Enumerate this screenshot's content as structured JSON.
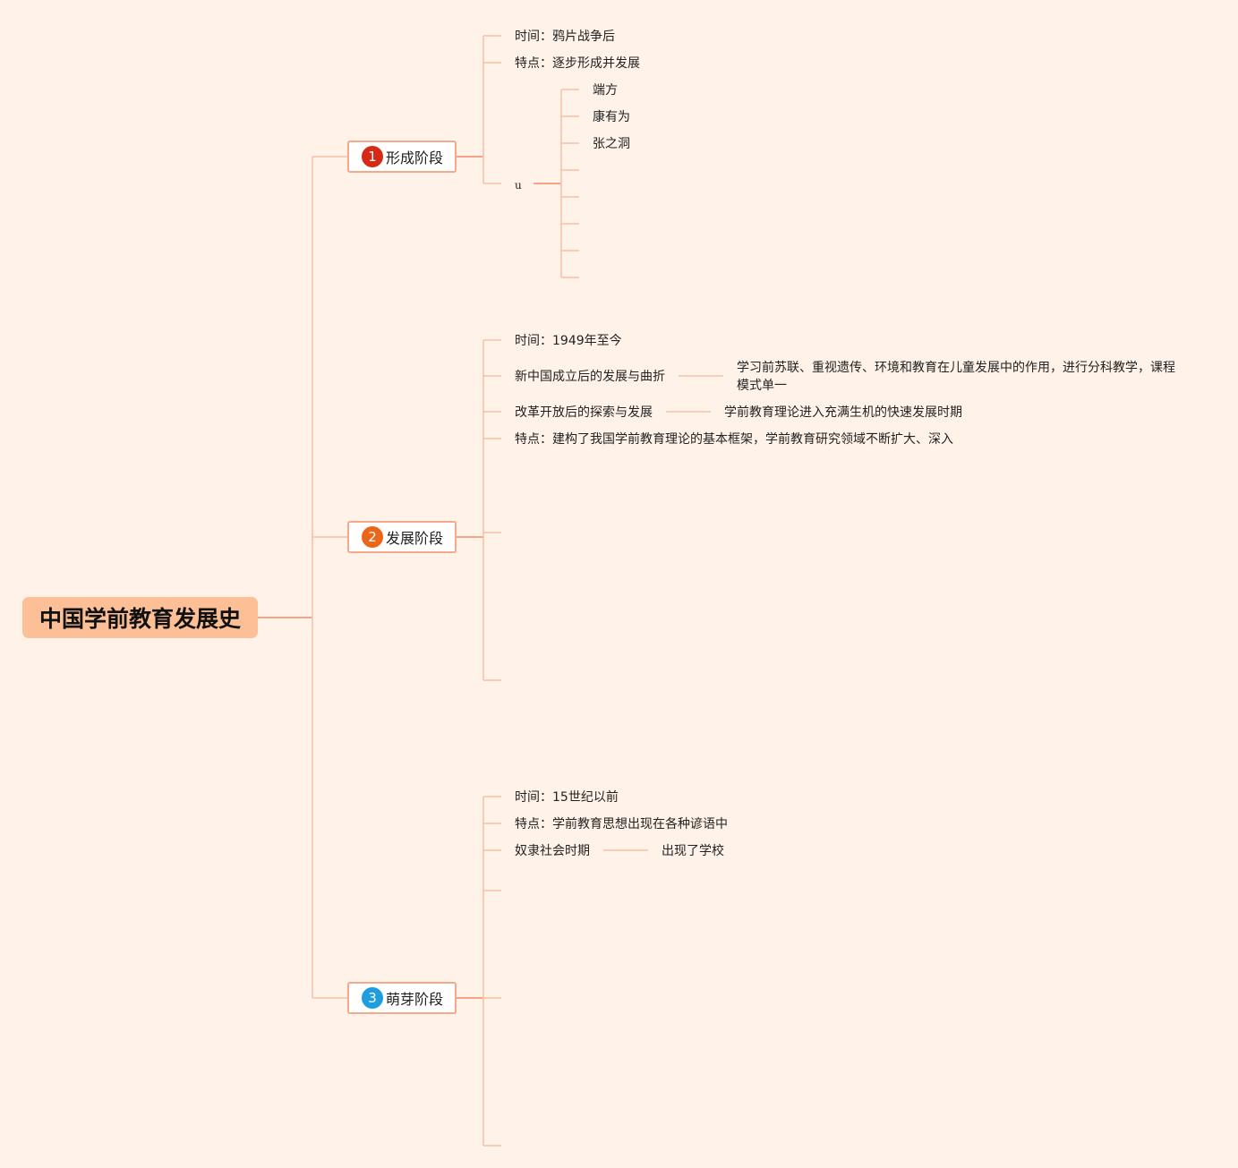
{
  "root": "中国学前教育发展史",
  "stages": [
    {
      "badge": "1",
      "label": "形成阶段",
      "color": "#d52a16"
    },
    {
      "badge": "2",
      "label": "发展阶段",
      "color": "#eb6618"
    },
    {
      "badge": "3",
      "label": "萌芽阶段",
      "color": "#1e9ee0"
    }
  ],
  "formation": {
    "time": "时间：鸦片战争后",
    "feature": "特点：逐步形成并发展",
    "u_label": "u",
    "people": [
      "端方",
      "康有为",
      "张之洞"
    ]
  },
  "development": {
    "time": "时间：1949年至今",
    "newchina": "新中国成立后的发展与曲折",
    "newchina_detail": "学习前苏联、重视遗传、环境和教育在儿童发展中的作用，进行分科教学，课程模式单一",
    "reform": "改革开放后的探索与发展",
    "reform_detail": "学前教育理论进入充满生机的快速发展时期",
    "feature": "特点：建构了我国学前教育理论的基本框架，学前教育研究领域不断扩大、深入"
  },
  "sprout": {
    "time": "时间：15世纪以前",
    "feature": "特点：学前教育思想出现在各种谚语中",
    "slave": "奴隶社会时期",
    "slave_detail": "出现了学校"
  },
  "colors": {
    "background": "#fff2e8",
    "root_fill": "#fcbf96",
    "connector_main": "#f28a64",
    "connector_light": "#f8bfa6"
  }
}
